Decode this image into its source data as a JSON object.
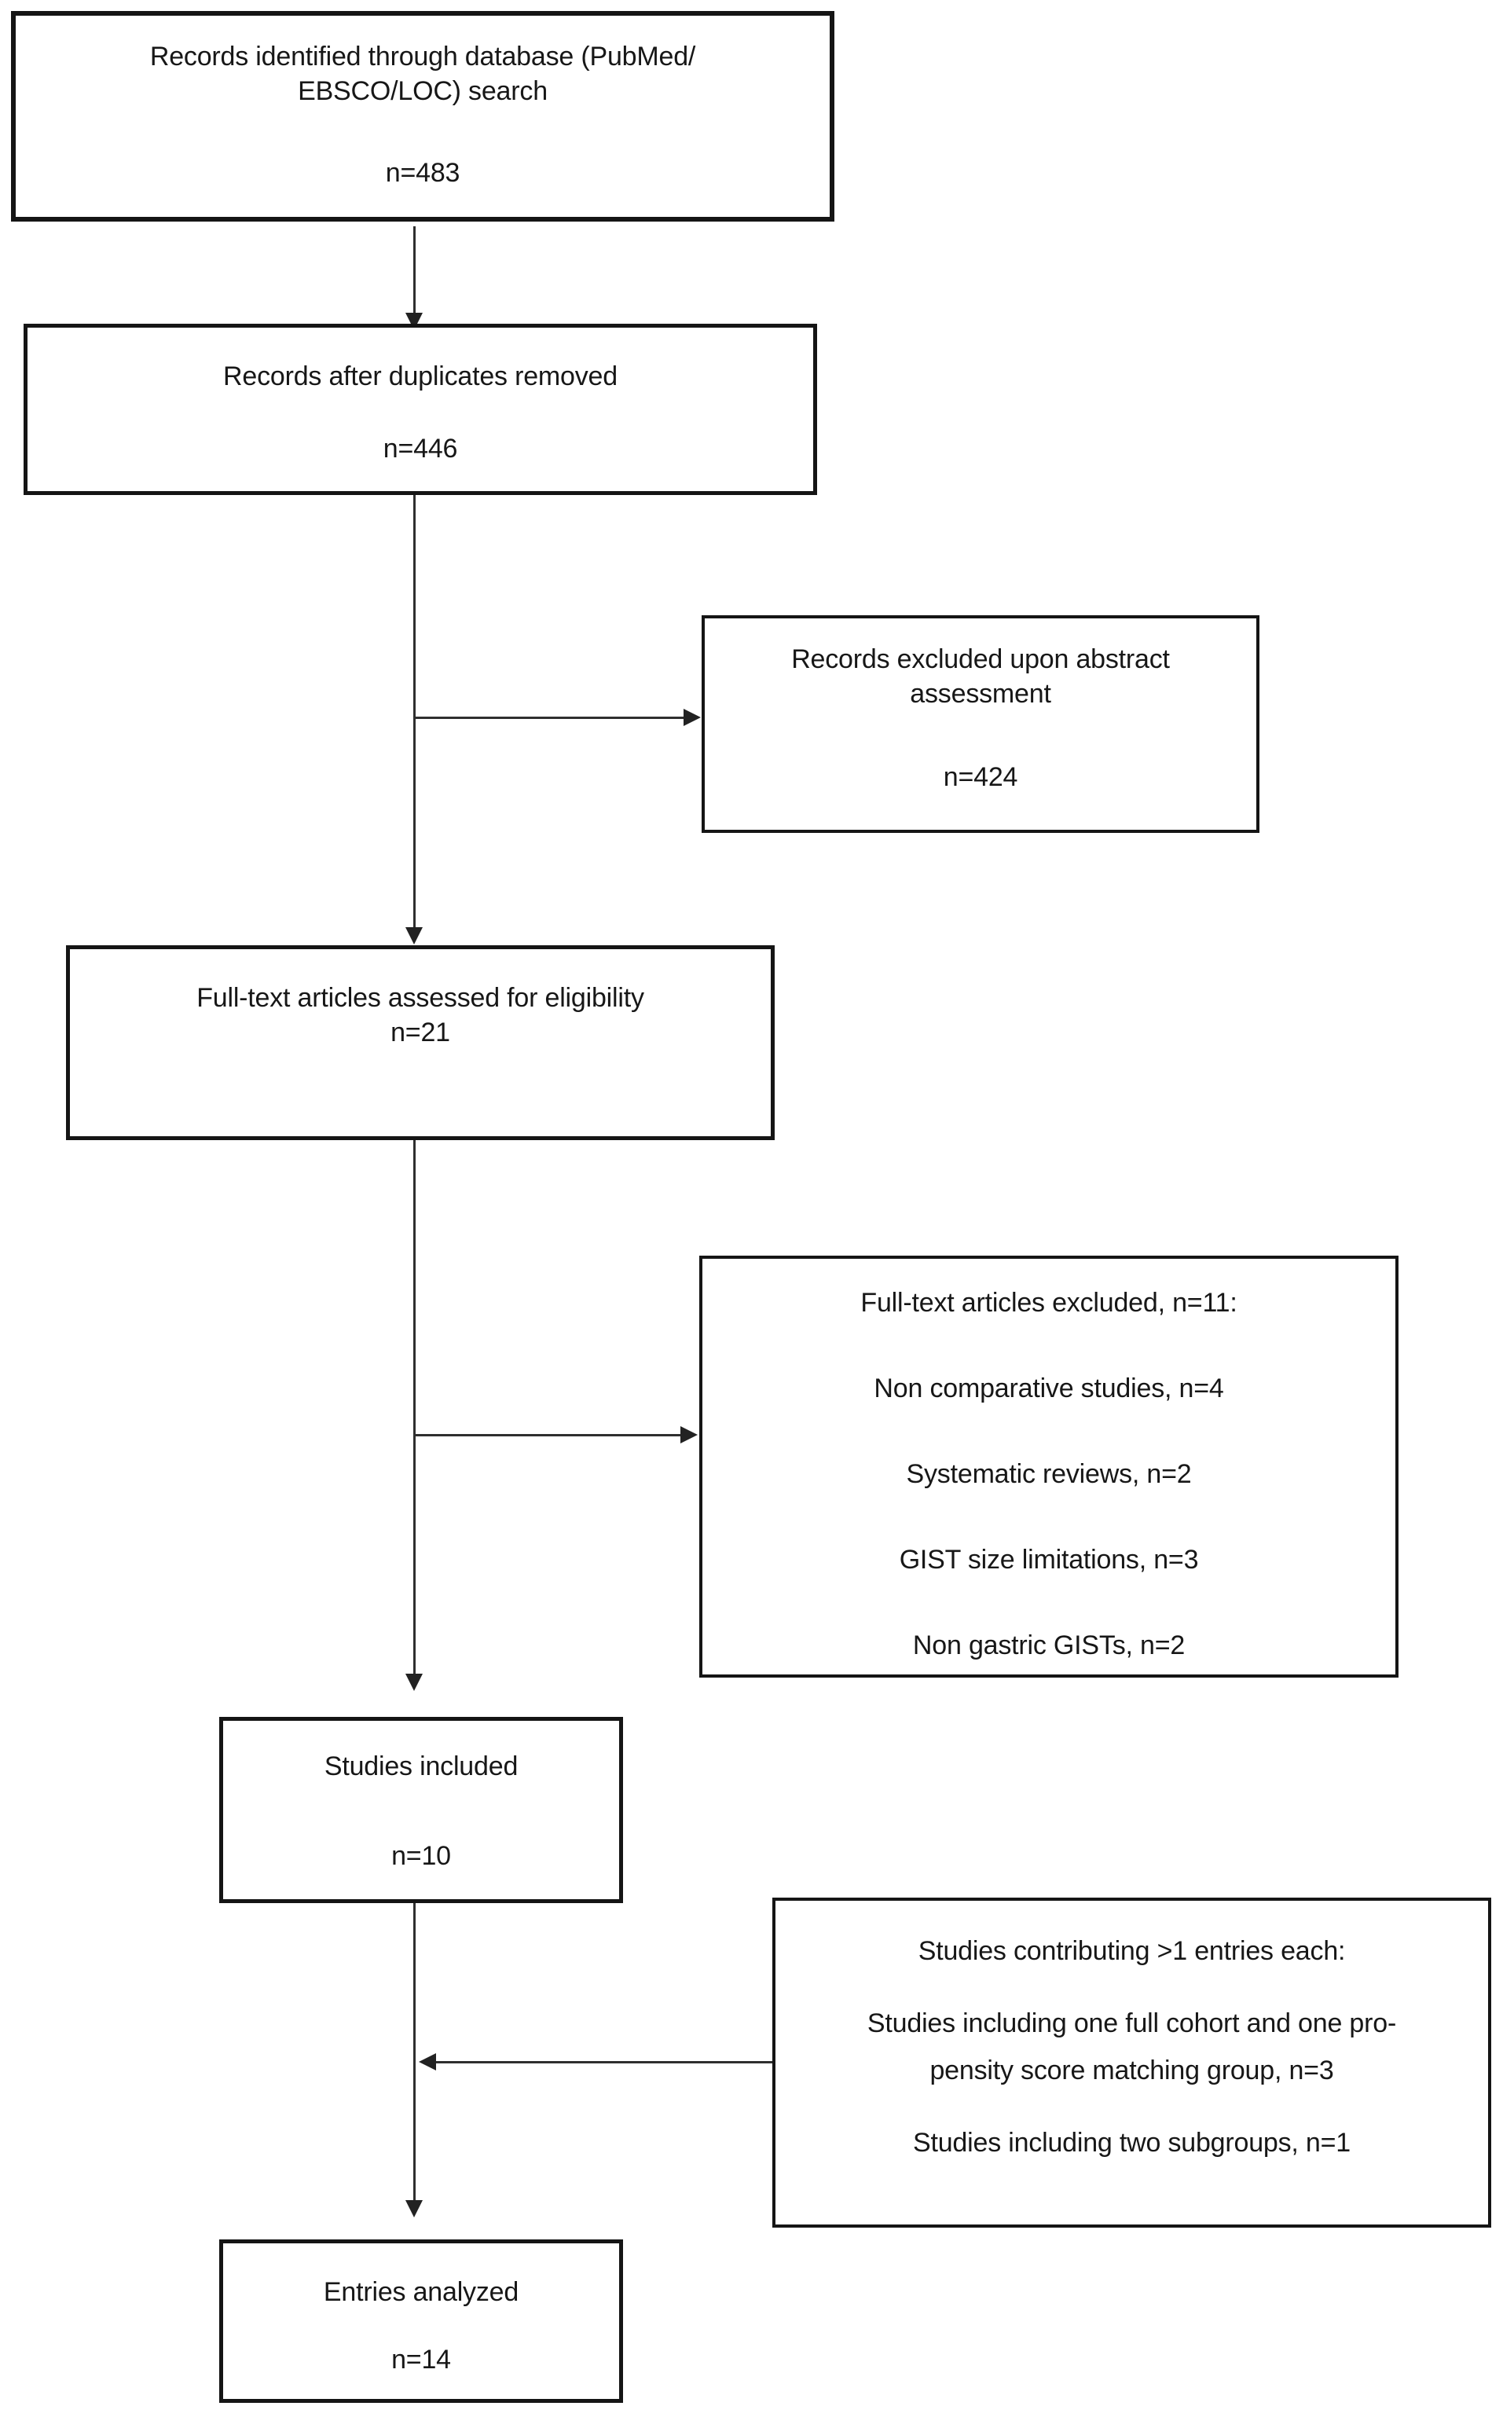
{
  "meta": {
    "background_color": "#ffffff",
    "ink_color": "#171717",
    "line_color": "#2f2f2f",
    "diagram_type": "study-selection-flowchart"
  },
  "flowchart": {
    "identified": {
      "line1": "Records identified through database (PubMed/",
      "line2": "EBSCO/LOC) search",
      "count": "n=483"
    },
    "deduplicated": {
      "title": "Records after duplicates removed",
      "count": "n=446"
    },
    "abstract_excluded": {
      "line1": "Records excluded upon abstract",
      "line2": "assessment",
      "count": "n=424"
    },
    "fulltext_assessed": {
      "title": "Full-text articles assessed for eligibility",
      "count": "n=21"
    },
    "fulltext_excluded": {
      "title": "Full-text articles excluded, n=11:",
      "items": [
        "Non comparative studies, n=4",
        "Systematic reviews, n=2",
        "GIST size limitations, n=3",
        "Non gastric GISTs, n=2"
      ]
    },
    "studies_included": {
      "title": "Studies included",
      "count": "n=10"
    },
    "multi_entry": {
      "title": "Studies contributing >1 entries each:",
      "item1_line1": "Studies including one full cohort and one pro-",
      "item1_line2": "pensity score matching group, n=3",
      "item2": "Studies including two subgroups, n=1"
    },
    "entries_analyzed": {
      "title": "Entries analyzed",
      "count": "n=14"
    }
  }
}
